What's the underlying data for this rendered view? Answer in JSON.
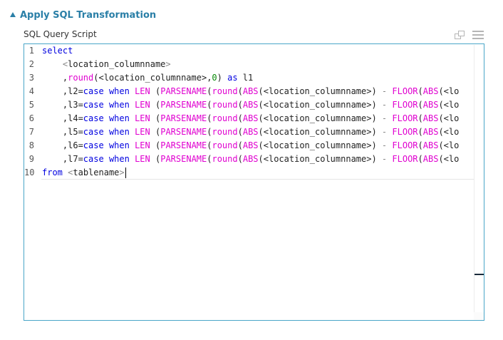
{
  "section": {
    "title": "Apply SQL Transformation"
  },
  "field": {
    "label": "SQL Query Script"
  },
  "toolbar": {
    "copy_icon": "copy-icon",
    "menu_icon": "menu-icon"
  },
  "editor": {
    "line_numbers": [
      "1",
      "2",
      "3",
      "4",
      "5",
      "6",
      "7",
      "8",
      "9",
      "10"
    ],
    "lines": [
      {
        "segments": [
          {
            "t": "select",
            "c": "kw"
          }
        ]
      },
      {
        "segments": [
          {
            "t": "    ",
            "c": ""
          },
          {
            "t": "<",
            "c": "op"
          },
          {
            "t": "location_columnname",
            "c": ""
          },
          {
            "t": ">",
            "c": "op"
          }
        ]
      },
      {
        "segments": [
          {
            "t": "    ,",
            "c": ""
          },
          {
            "t": "round",
            "c": "fn"
          },
          {
            "t": "(<location_columnname>,",
            "c": ""
          },
          {
            "t": "0",
            "c": "num"
          },
          {
            "t": ") ",
            "c": ""
          },
          {
            "t": "as",
            "c": "kw"
          },
          {
            "t": " l1",
            "c": ""
          }
        ]
      },
      {
        "segments": [
          {
            "t": "    ,l2=",
            "c": ""
          },
          {
            "t": "case",
            "c": "kw"
          },
          {
            "t": " ",
            "c": ""
          },
          {
            "t": "when",
            "c": "kw"
          },
          {
            "t": " ",
            "c": ""
          },
          {
            "t": "LEN",
            "c": "fn"
          },
          {
            "t": " (",
            "c": ""
          },
          {
            "t": "PARSENAME",
            "c": "fn"
          },
          {
            "t": "(",
            "c": ""
          },
          {
            "t": "round",
            "c": "fn"
          },
          {
            "t": "(",
            "c": ""
          },
          {
            "t": "ABS",
            "c": "fn"
          },
          {
            "t": "(<location_columnname>) ",
            "c": ""
          },
          {
            "t": "-",
            "c": "op"
          },
          {
            "t": " ",
            "c": ""
          },
          {
            "t": "FLOOR",
            "c": "fn"
          },
          {
            "t": "(",
            "c": ""
          },
          {
            "t": "ABS",
            "c": "fn"
          },
          {
            "t": "(<lo",
            "c": ""
          }
        ]
      },
      {
        "segments": [
          {
            "t": "    ,l3=",
            "c": ""
          },
          {
            "t": "case",
            "c": "kw"
          },
          {
            "t": " ",
            "c": ""
          },
          {
            "t": "when",
            "c": "kw"
          },
          {
            "t": " ",
            "c": ""
          },
          {
            "t": "LEN",
            "c": "fn"
          },
          {
            "t": " (",
            "c": ""
          },
          {
            "t": "PARSENAME",
            "c": "fn"
          },
          {
            "t": "(",
            "c": ""
          },
          {
            "t": "round",
            "c": "fn"
          },
          {
            "t": "(",
            "c": ""
          },
          {
            "t": "ABS",
            "c": "fn"
          },
          {
            "t": "(<location_columnname>) ",
            "c": ""
          },
          {
            "t": "-",
            "c": "op"
          },
          {
            "t": " ",
            "c": ""
          },
          {
            "t": "FLOOR",
            "c": "fn"
          },
          {
            "t": "(",
            "c": ""
          },
          {
            "t": "ABS",
            "c": "fn"
          },
          {
            "t": "(<lo",
            "c": ""
          }
        ]
      },
      {
        "segments": [
          {
            "t": "    ,l4=",
            "c": ""
          },
          {
            "t": "case",
            "c": "kw"
          },
          {
            "t": " ",
            "c": ""
          },
          {
            "t": "when",
            "c": "kw"
          },
          {
            "t": " ",
            "c": ""
          },
          {
            "t": "LEN",
            "c": "fn"
          },
          {
            "t": " (",
            "c": ""
          },
          {
            "t": "PARSENAME",
            "c": "fn"
          },
          {
            "t": "(",
            "c": ""
          },
          {
            "t": "round",
            "c": "fn"
          },
          {
            "t": "(",
            "c": ""
          },
          {
            "t": "ABS",
            "c": "fn"
          },
          {
            "t": "(<location_columnname>) ",
            "c": ""
          },
          {
            "t": "-",
            "c": "op"
          },
          {
            "t": " ",
            "c": ""
          },
          {
            "t": "FLOOR",
            "c": "fn"
          },
          {
            "t": "(",
            "c": ""
          },
          {
            "t": "ABS",
            "c": "fn"
          },
          {
            "t": "(<lo",
            "c": ""
          }
        ]
      },
      {
        "segments": [
          {
            "t": "    ,l5=",
            "c": ""
          },
          {
            "t": "case",
            "c": "kw"
          },
          {
            "t": " ",
            "c": ""
          },
          {
            "t": "when",
            "c": "kw"
          },
          {
            "t": " ",
            "c": ""
          },
          {
            "t": "LEN",
            "c": "fn"
          },
          {
            "t": " (",
            "c": ""
          },
          {
            "t": "PARSENAME",
            "c": "fn"
          },
          {
            "t": "(",
            "c": ""
          },
          {
            "t": "round",
            "c": "fn"
          },
          {
            "t": "(",
            "c": ""
          },
          {
            "t": "ABS",
            "c": "fn"
          },
          {
            "t": "(<location_columnname>) ",
            "c": ""
          },
          {
            "t": "-",
            "c": "op"
          },
          {
            "t": " ",
            "c": ""
          },
          {
            "t": "FLOOR",
            "c": "fn"
          },
          {
            "t": "(",
            "c": ""
          },
          {
            "t": "ABS",
            "c": "fn"
          },
          {
            "t": "(<lo",
            "c": ""
          }
        ]
      },
      {
        "segments": [
          {
            "t": "    ,l6=",
            "c": ""
          },
          {
            "t": "case",
            "c": "kw"
          },
          {
            "t": " ",
            "c": ""
          },
          {
            "t": "when",
            "c": "kw"
          },
          {
            "t": " ",
            "c": ""
          },
          {
            "t": "LEN",
            "c": "fn"
          },
          {
            "t": " (",
            "c": ""
          },
          {
            "t": "PARSENAME",
            "c": "fn"
          },
          {
            "t": "(",
            "c": ""
          },
          {
            "t": "round",
            "c": "fn"
          },
          {
            "t": "(",
            "c": ""
          },
          {
            "t": "ABS",
            "c": "fn"
          },
          {
            "t": "(<location_columnname>) ",
            "c": ""
          },
          {
            "t": "-",
            "c": "op"
          },
          {
            "t": " ",
            "c": ""
          },
          {
            "t": "FLOOR",
            "c": "fn"
          },
          {
            "t": "(",
            "c": ""
          },
          {
            "t": "ABS",
            "c": "fn"
          },
          {
            "t": "(<lo",
            "c": ""
          }
        ]
      },
      {
        "segments": [
          {
            "t": "    ,l7=",
            "c": ""
          },
          {
            "t": "case",
            "c": "kw"
          },
          {
            "t": " ",
            "c": ""
          },
          {
            "t": "when",
            "c": "kw"
          },
          {
            "t": " ",
            "c": ""
          },
          {
            "t": "LEN",
            "c": "fn"
          },
          {
            "t": " (",
            "c": ""
          },
          {
            "t": "PARSENAME",
            "c": "fn"
          },
          {
            "t": "(",
            "c": ""
          },
          {
            "t": "round",
            "c": "fn"
          },
          {
            "t": "(",
            "c": ""
          },
          {
            "t": "ABS",
            "c": "fn"
          },
          {
            "t": "(<location_columnname>) ",
            "c": ""
          },
          {
            "t": "-",
            "c": "op"
          },
          {
            "t": " ",
            "c": ""
          },
          {
            "t": "FLOOR",
            "c": "fn"
          },
          {
            "t": "(",
            "c": ""
          },
          {
            "t": "ABS",
            "c": "fn"
          },
          {
            "t": "(<lo",
            "c": ""
          }
        ]
      },
      {
        "segments": [
          {
            "t": "from",
            "c": "kw"
          },
          {
            "t": " ",
            "c": ""
          },
          {
            "t": "<",
            "c": "op"
          },
          {
            "t": "tablename",
            "c": ""
          },
          {
            "t": ">",
            "c": "op"
          }
        ]
      }
    ]
  },
  "colors": {
    "accent": "#2a7fa7",
    "editor_border": "#4aa6c8",
    "keyword": "#0000e0",
    "function": "#e000d0",
    "operator": "#888888",
    "number": "#0a8a0a"
  }
}
